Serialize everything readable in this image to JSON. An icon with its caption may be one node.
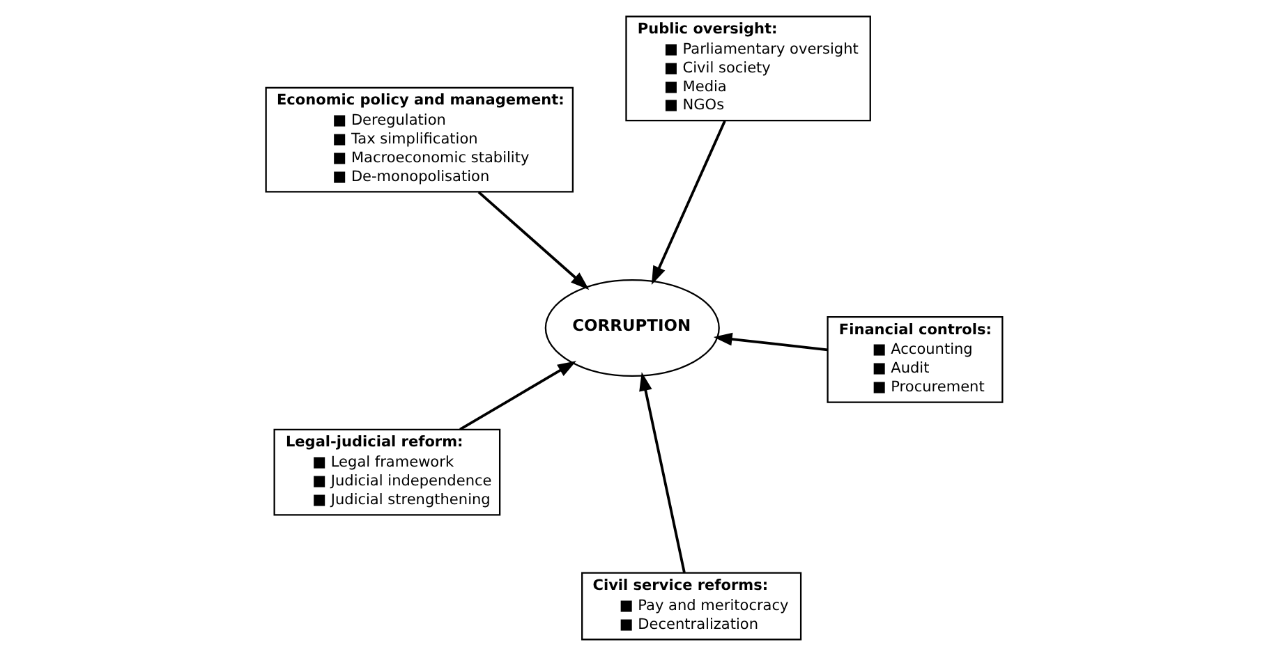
{
  "diagram": {
    "nodes": [
      {
        "text": [
          "Economic policy and management:",
          "■ Deregulation",
          "■ Tax simplification",
          "■ Macroeconomic stability",
          "■ De-monopolisation"
        ]
      },
      {
        "text": [
          "Financial controls:",
          "■ Accounting",
          "■ Audit",
          "■ Procurement"
        ]
      },
      {
        "text": [
          "Civil service reforms:",
          "■ Pay and meritocracy",
          "■ Decentralization"
        ]
      },
      {
        "text": [
          "CORRUPTION"
        ]
      },
      {
        "text": [
          "Public oversight:",
          "■ Parliamentary oversight",
          "■ Civil society",
          "■ Media",
          "■ NGOs"
        ]
      },
      {
        "text": [
          "Legal-judicial reform:",
          "■ Legal framework",
          "■ Judicial independence",
          "■ Judicial strengthening"
        ]
      }
    ],
    "edges": [
      {
        "from": 0,
        "to": 3,
        "arrow": "to"
      },
      {
        "from": 1,
        "to": 3,
        "arrow": "to"
      },
      {
        "from": 2,
        "to": 3,
        "arrow": "to"
      },
      {
        "from": 4,
        "to": 3,
        "arrow": "to"
      },
      {
        "from": 5,
        "to": 3,
        "arrow": "to"
      }
    ]
  }
}
